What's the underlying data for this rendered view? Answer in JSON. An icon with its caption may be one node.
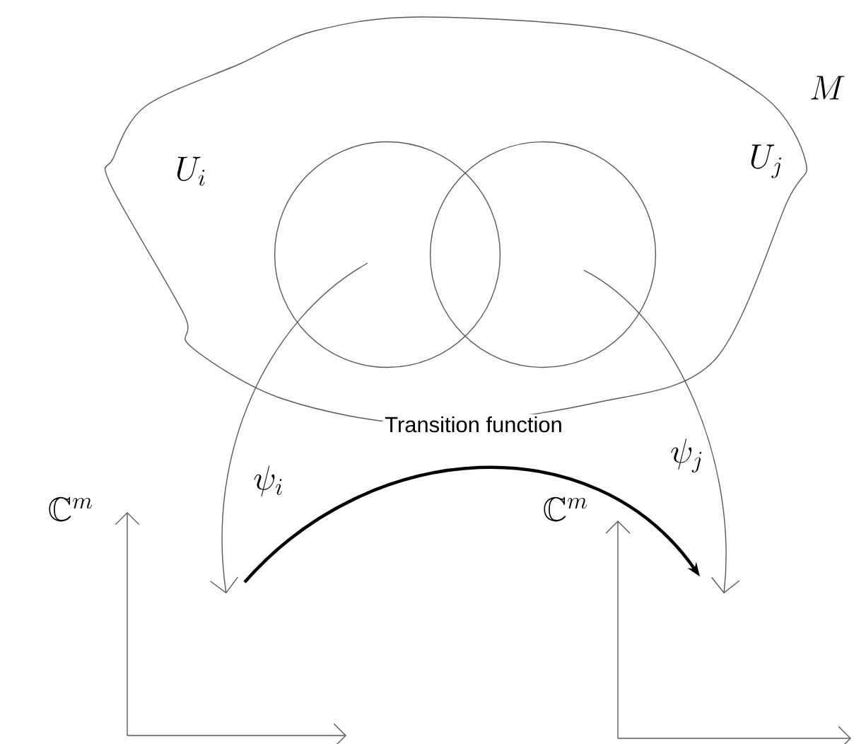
{
  "diagram": {
    "nodes": [
      {
        "text": [
          "M"
        ]
      },
      {
        "text": [
          "U_i"
        ],
        "in": 0
      },
      {
        "text": [
          "U_j"
        ],
        "in": 0
      },
      {
        "text": [
          "\\mathbb{C}^m"
        ]
      },
      {
        "text": [
          "\\mathbb{C}^m"
        ]
      }
    ],
    "edges": [
      {
        "from": 1,
        "to": 3,
        "arrow": "to",
        "label": "\\psi_i"
      },
      {
        "from": 2,
        "to": 4,
        "arrow": "to",
        "label": "\\psi_j"
      },
      {
        "from": 3,
        "to": 4,
        "arrow": "to",
        "label": "Transition function",
        "style": "thick"
      }
    ]
  }
}
